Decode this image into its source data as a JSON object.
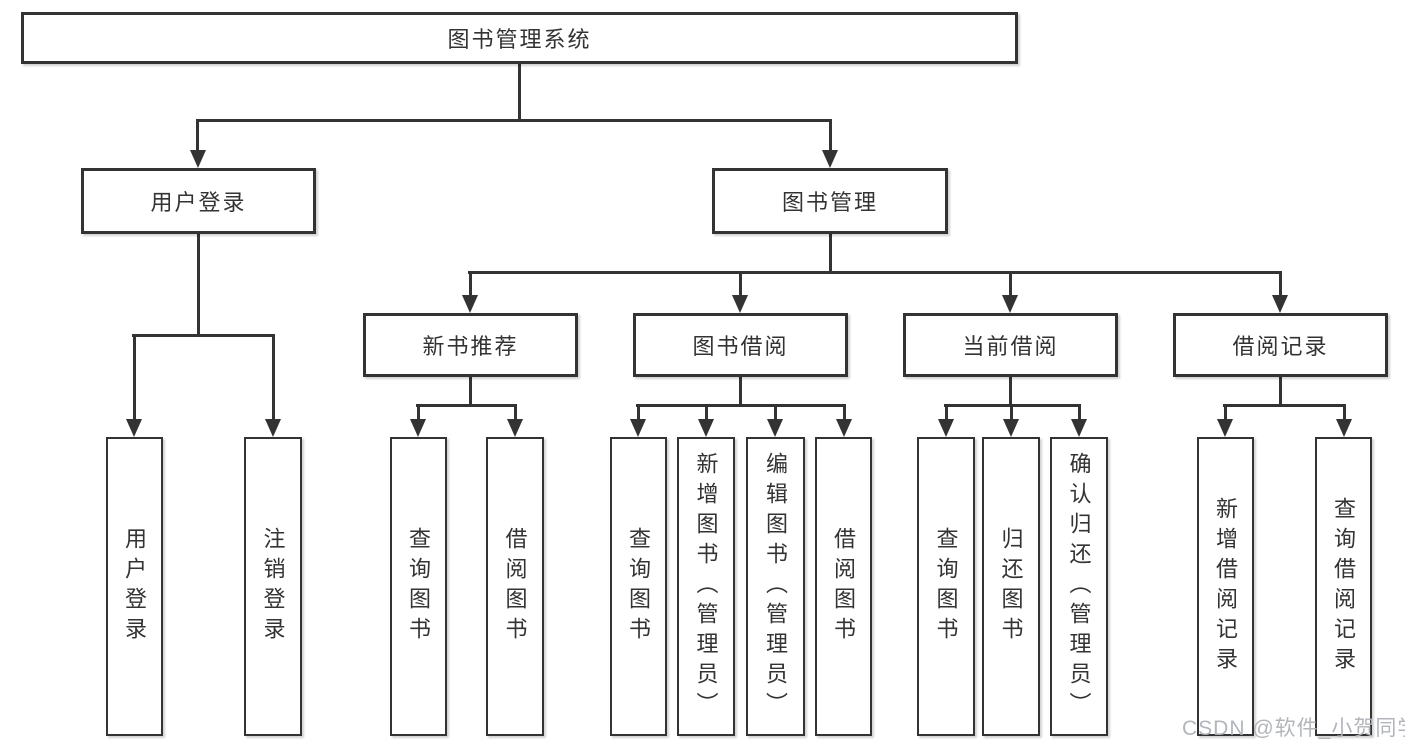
{
  "colors": {
    "line": "#333333",
    "text": "#333333",
    "box_bg": "#ffffff",
    "watermark": "#aeb2b8"
  },
  "watermark": {
    "text": "CSDN @软件_小贺同学"
  },
  "tree": {
    "label": "图书管理系统",
    "children": [
      {
        "label": "用户登录",
        "children": [
          {
            "label": "用户登录"
          },
          {
            "label": "注销登录"
          }
        ]
      },
      {
        "label": "图书管理",
        "children": [
          {
            "label": "新书推荐",
            "children": [
              {
                "label": "查询图书"
              },
              {
                "label": "借阅图书"
              }
            ]
          },
          {
            "label": "图书借阅",
            "children": [
              {
                "label": "查询图书"
              },
              {
                "label": "新增图书（管理员）"
              },
              {
                "label": "编辑图书（管理员）"
              },
              {
                "label": "借阅图书"
              }
            ]
          },
          {
            "label": "当前借阅",
            "children": [
              {
                "label": "查询图书"
              },
              {
                "label": "归还图书"
              },
              {
                "label": "确认归还（管理员）"
              }
            ]
          },
          {
            "label": "借阅记录",
            "children": [
              {
                "label": "新增借阅记录"
              },
              {
                "label": "查询借阅记录"
              }
            ]
          }
        ]
      }
    ]
  }
}
